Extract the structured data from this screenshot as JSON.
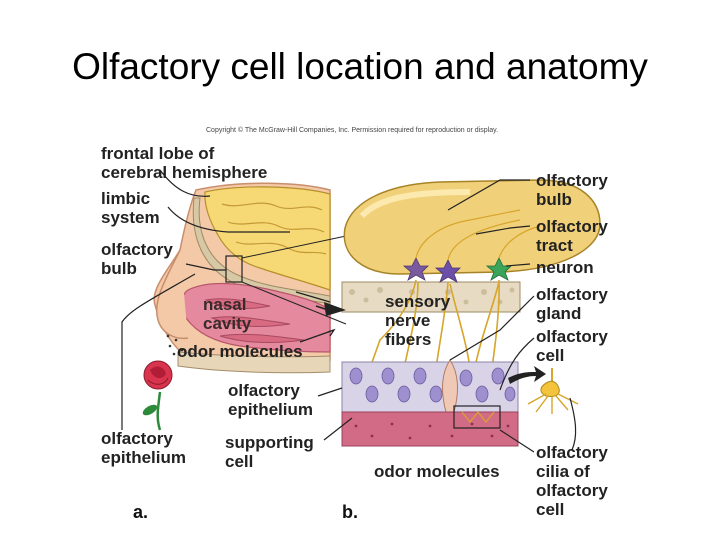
{
  "slide": {
    "title": "Olfactory cell location and anatomy"
  },
  "figure": {
    "copyright": "Copyright © The McGraw-Hill Companies, Inc. Permission required for reproduction or display.",
    "panel_a": {
      "letter": "a.",
      "labels": {
        "frontal_lobe": "frontal lobe of\ncerebral hemisphere",
        "limbic_system": "limbic\nsystem",
        "olfactory_bulb": "olfactory\nbulb",
        "nasal_cavity": "nasal\ncavity",
        "odor_molecules": "odor molecules",
        "olfactory_epithelium": "olfactory\nepithelium"
      }
    },
    "panel_b": {
      "letter": "b.",
      "labels": {
        "sensory_nerve_fibers": "sensory\nnerve\nfibers",
        "olfactory_epithelium": "olfactory\nepithelium",
        "supporting_cell": "supporting\ncell",
        "odor_molecules": "odor molecules",
        "olfactory_bulb": "olfactory\nbulb",
        "olfactory_tract": "olfactory\ntract",
        "neuron": "neuron",
        "olfactory_gland": "olfactory\ngland",
        "olfactory_cell": "olfactory\ncell",
        "olfactory_cilia": "olfactory\ncilia of\nolfactory\ncell"
      }
    }
  }
}
